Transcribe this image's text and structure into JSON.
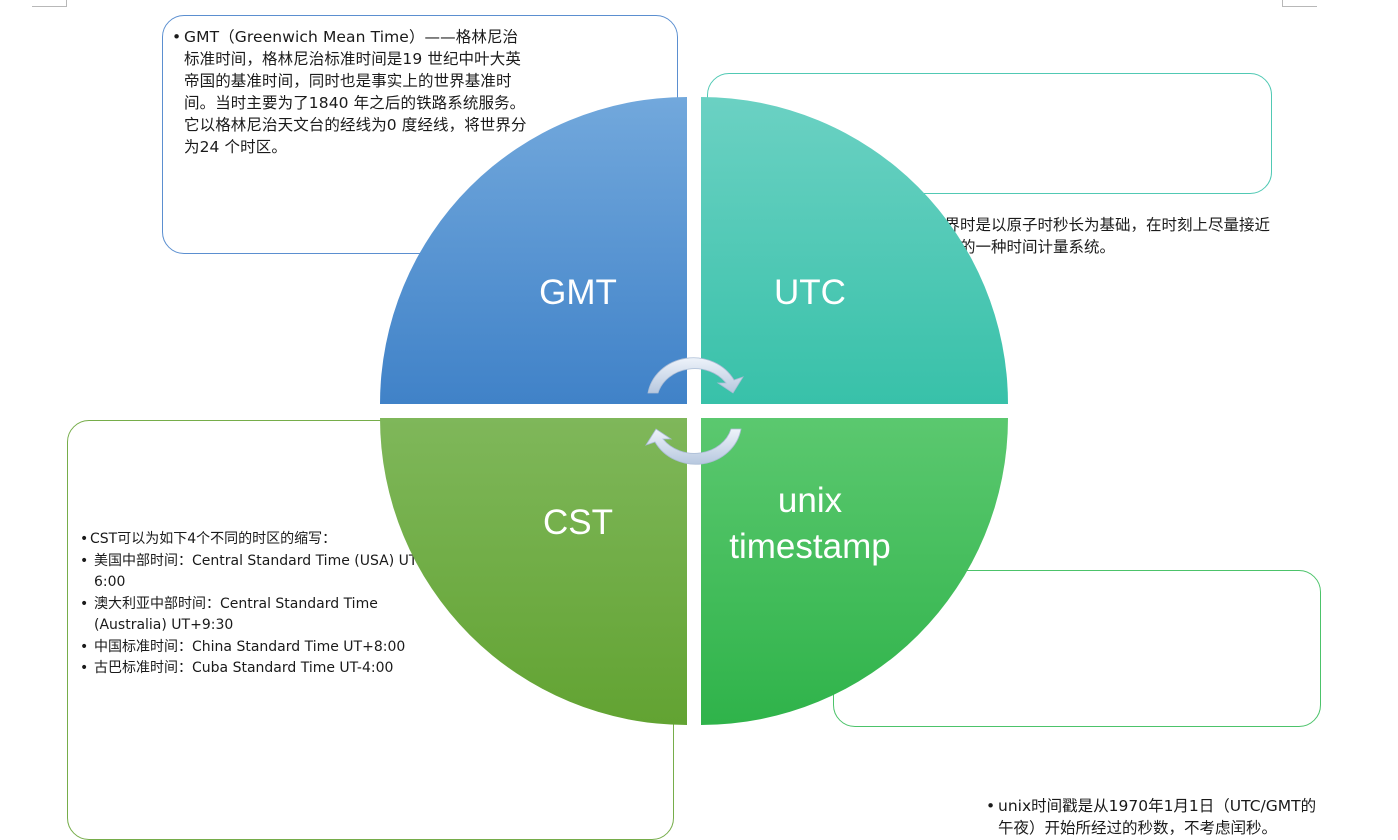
{
  "quadrants": {
    "gmt": {
      "label": "GMT",
      "color_top": "#72a8dc",
      "color_bottom": "#4082c8"
    },
    "utc": {
      "label": "UTC",
      "color_top": "#6bd1c3",
      "color_bottom": "#38c1a9"
    },
    "cst": {
      "label": "CST",
      "color_top": "#7fb75a",
      "color_bottom": "#62a332"
    },
    "unix": {
      "label_line1": "unix",
      "label_line2": "timestamp",
      "color_top": "#5bc86f",
      "color_bottom": "#2fb34a"
    }
  },
  "gmt_text": "GMT（Greenwich Mean Time）——格林尼治标准时间，格林尼治标准时间是19 世纪中叶大英帝国的基准时间，同时也是事实上的世界基准时间。当时主要为了1840 年之后的铁路系统服务。它以格林尼治天文台的经线为0 度经线，将世界分为24 个时区。",
  "utc_text": "协调世界时是以原子时秒长为基础，在时刻上尽量接近于世界时的一种时间计量系统。",
  "cst": {
    "intro": "CST可以为如下4个不同的时区的缩写：",
    "items": [
      "美国中部时间：Central Standard Time (USA) UT-6:00",
      "澳大利亚中部时间：Central Standard Time (Australia) UT+9:30",
      "中国标准时间：China Standard Time UT+8:00",
      "古巴标准时间：Cuba Standard Time UT-4:00"
    ]
  },
  "unix_text": "unix时间戳是从1970年1月1日（UTC/GMT的午夜）开始所经过的秒数，不考虑闰秒。",
  "arrows": {
    "icon": "cycle-arrows-icon",
    "color": "#c5d3e6"
  }
}
